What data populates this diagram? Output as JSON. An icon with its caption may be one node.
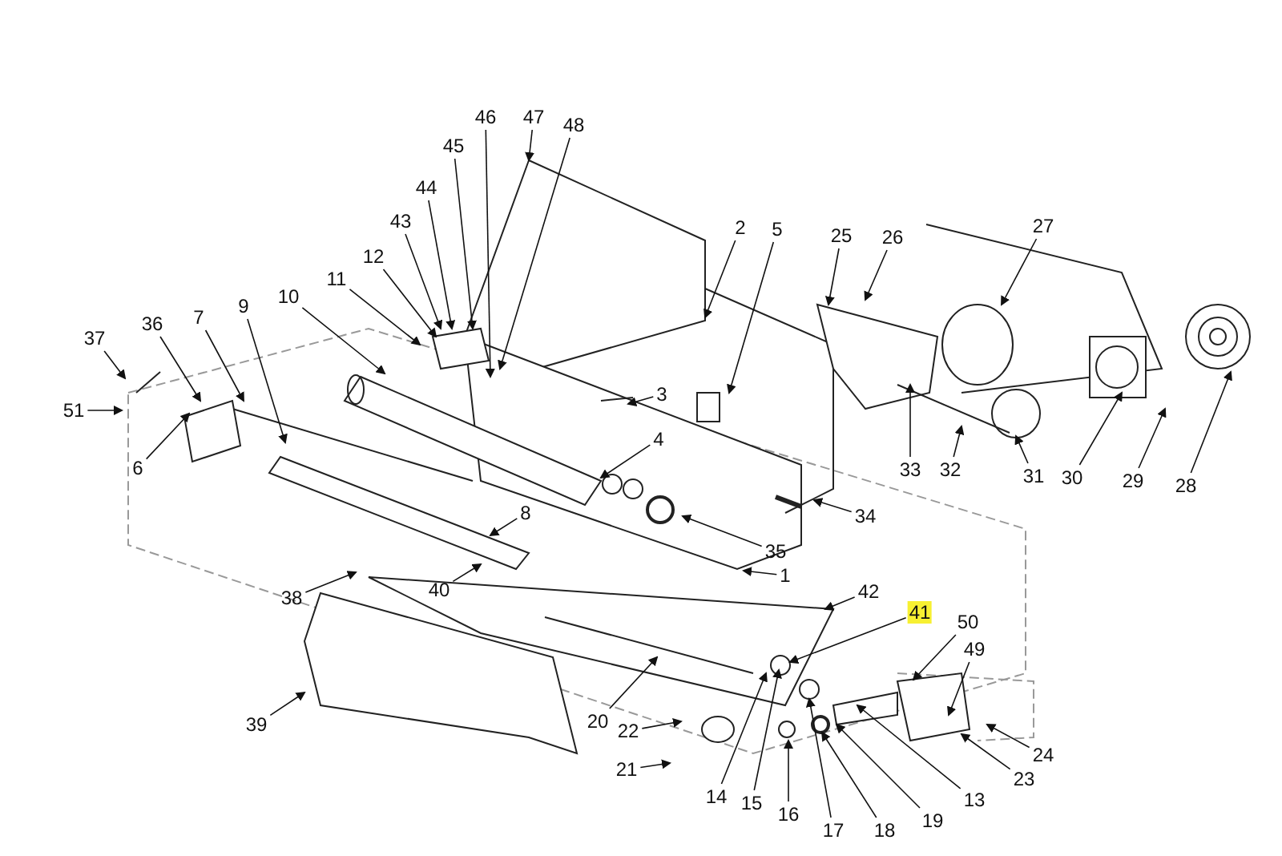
{
  "diagram": {
    "nodes": [
      {
        "text": [
          "1"
        ]
      },
      {
        "text": [
          "2"
        ]
      },
      {
        "text": [
          "3"
        ]
      },
      {
        "text": [
          "4"
        ]
      },
      {
        "text": [
          "5"
        ]
      },
      {
        "text": [
          "6"
        ]
      },
      {
        "text": [
          "7"
        ]
      },
      {
        "text": [
          "8"
        ]
      },
      {
        "text": [
          "9"
        ]
      },
      {
        "text": [
          "10"
        ]
      },
      {
        "text": [
          "11"
        ]
      },
      {
        "text": [
          "12"
        ]
      },
      {
        "text": [
          "13"
        ]
      },
      {
        "text": [
          "14"
        ]
      },
      {
        "text": [
          "15"
        ]
      },
      {
        "text": [
          "16"
        ]
      },
      {
        "text": [
          "17"
        ]
      },
      {
        "text": [
          "18"
        ]
      },
      {
        "text": [
          "19"
        ]
      },
      {
        "text": [
          "20"
        ]
      },
      {
        "text": [
          "21"
        ]
      },
      {
        "text": [
          "22"
        ]
      },
      {
        "text": [
          "23"
        ]
      },
      {
        "text": [
          "24"
        ]
      },
      {
        "text": [
          "25"
        ]
      },
      {
        "text": [
          "26"
        ]
      },
      {
        "text": [
          "27"
        ]
      },
      {
        "text": [
          "28"
        ]
      },
      {
        "text": [
          "29"
        ]
      },
      {
        "text": [
          "30"
        ]
      },
      {
        "text": [
          "31"
        ]
      },
      {
        "text": [
          "32"
        ]
      },
      {
        "text": [
          "33"
        ]
      },
      {
        "text": [
          "34"
        ]
      },
      {
        "text": [
          "35"
        ]
      },
      {
        "text": [
          "36"
        ]
      },
      {
        "text": [
          "37"
        ]
      },
      {
        "text": [
          "38"
        ]
      },
      {
        "text": [
          "39"
        ]
      },
      {
        "text": [
          "40"
        ]
      },
      {
        "text": [
          "41"
        ]
      },
      {
        "text": [
          "42"
        ]
      },
      {
        "text": [
          "43"
        ]
      },
      {
        "text": [
          "44"
        ]
      },
      {
        "text": [
          "45"
        ]
      },
      {
        "text": [
          "46"
        ]
      },
      {
        "text": [
          "47"
        ]
      },
      {
        "text": [
          "48"
        ]
      },
      {
        "text": [
          "49"
        ]
      },
      {
        "text": [
          "50"
        ]
      },
      {
        "text": [
          "51"
        ]
      }
    ],
    "edges": [
      {
        "from": 0,
        "to": null,
        "arrow": "to"
      },
      {
        "from": 1,
        "to": null,
        "arrow": "to"
      },
      {
        "from": 2,
        "to": null,
        "arrow": "to"
      },
      {
        "from": 3,
        "to": null,
        "arrow": "to"
      },
      {
        "from": 4,
        "to": null,
        "arrow": "to"
      },
      {
        "from": 5,
        "to": null,
        "arrow": "to"
      },
      {
        "from": 6,
        "to": null,
        "arrow": "to"
      },
      {
        "from": 7,
        "to": null,
        "arrow": "to"
      },
      {
        "from": 8,
        "to": null,
        "arrow": "to"
      },
      {
        "from": 9,
        "to": null,
        "arrow": "to"
      },
      {
        "from": 10,
        "to": null,
        "arrow": "to"
      },
      {
        "from": 11,
        "to": null,
        "arrow": "to"
      },
      {
        "from": 12,
        "to": null,
        "arrow": "to"
      },
      {
        "from": 13,
        "to": null,
        "arrow": "to"
      },
      {
        "from": 14,
        "to": null,
        "arrow": "to"
      },
      {
        "from": 15,
        "to": null,
        "arrow": "to"
      },
      {
        "from": 16,
        "to": null,
        "arrow": "to"
      },
      {
        "from": 17,
        "to": null,
        "arrow": "to"
      },
      {
        "from": 18,
        "to": null,
        "arrow": "to"
      },
      {
        "from": 19,
        "to": null,
        "arrow": "to"
      },
      {
        "from": 20,
        "to": null,
        "arrow": "to"
      },
      {
        "from": 21,
        "to": null,
        "arrow": "to"
      },
      {
        "from": 22,
        "to": null,
        "arrow": "to"
      },
      {
        "from": 23,
        "to": null,
        "arrow": "to"
      },
      {
        "from": 24,
        "to": null,
        "arrow": "to"
      },
      {
        "from": 25,
        "to": null,
        "arrow": "to"
      },
      {
        "from": 26,
        "to": null,
        "arrow": "to"
      },
      {
        "from": 27,
        "to": null,
        "arrow": "to"
      },
      {
        "from": 28,
        "to": null,
        "arrow": "to"
      },
      {
        "from": 29,
        "to": null,
        "arrow": "to"
      },
      {
        "from": 30,
        "to": null,
        "arrow": "to"
      },
      {
        "from": 31,
        "to": null,
        "arrow": "to"
      },
      {
        "from": 32,
        "to": null,
        "arrow": "to"
      },
      {
        "from": 33,
        "to": null,
        "arrow": "to"
      },
      {
        "from": 34,
        "to": null,
        "arrow": "to"
      },
      {
        "from": 35,
        "to": null,
        "arrow": "to"
      },
      {
        "from": 36,
        "to": null,
        "arrow": "to"
      },
      {
        "from": 37,
        "to": null,
        "arrow": "to"
      },
      {
        "from": 38,
        "to": null,
        "arrow": "to"
      },
      {
        "from": 39,
        "to": null,
        "arrow": "to"
      },
      {
        "from": 40,
        "to": null,
        "arrow": "to"
      },
      {
        "from": 41,
        "to": null,
        "arrow": "to"
      },
      {
        "from": 42,
        "to": null,
        "arrow": "to"
      },
      {
        "from": 43,
        "to": null,
        "arrow": "to"
      },
      {
        "from": 44,
        "to": null,
        "arrow": "to"
      },
      {
        "from": 45,
        "to": null,
        "arrow": "to"
      },
      {
        "from": 46,
        "to": null,
        "arrow": "to"
      },
      {
        "from": 47,
        "to": null,
        "arrow": "to"
      },
      {
        "from": 48,
        "to": null,
        "arrow": "to"
      },
      {
        "from": 49,
        "to": null,
        "arrow": "to"
      },
      {
        "from": 50,
        "to": null,
        "arrow": "to"
      }
    ]
  }
}
